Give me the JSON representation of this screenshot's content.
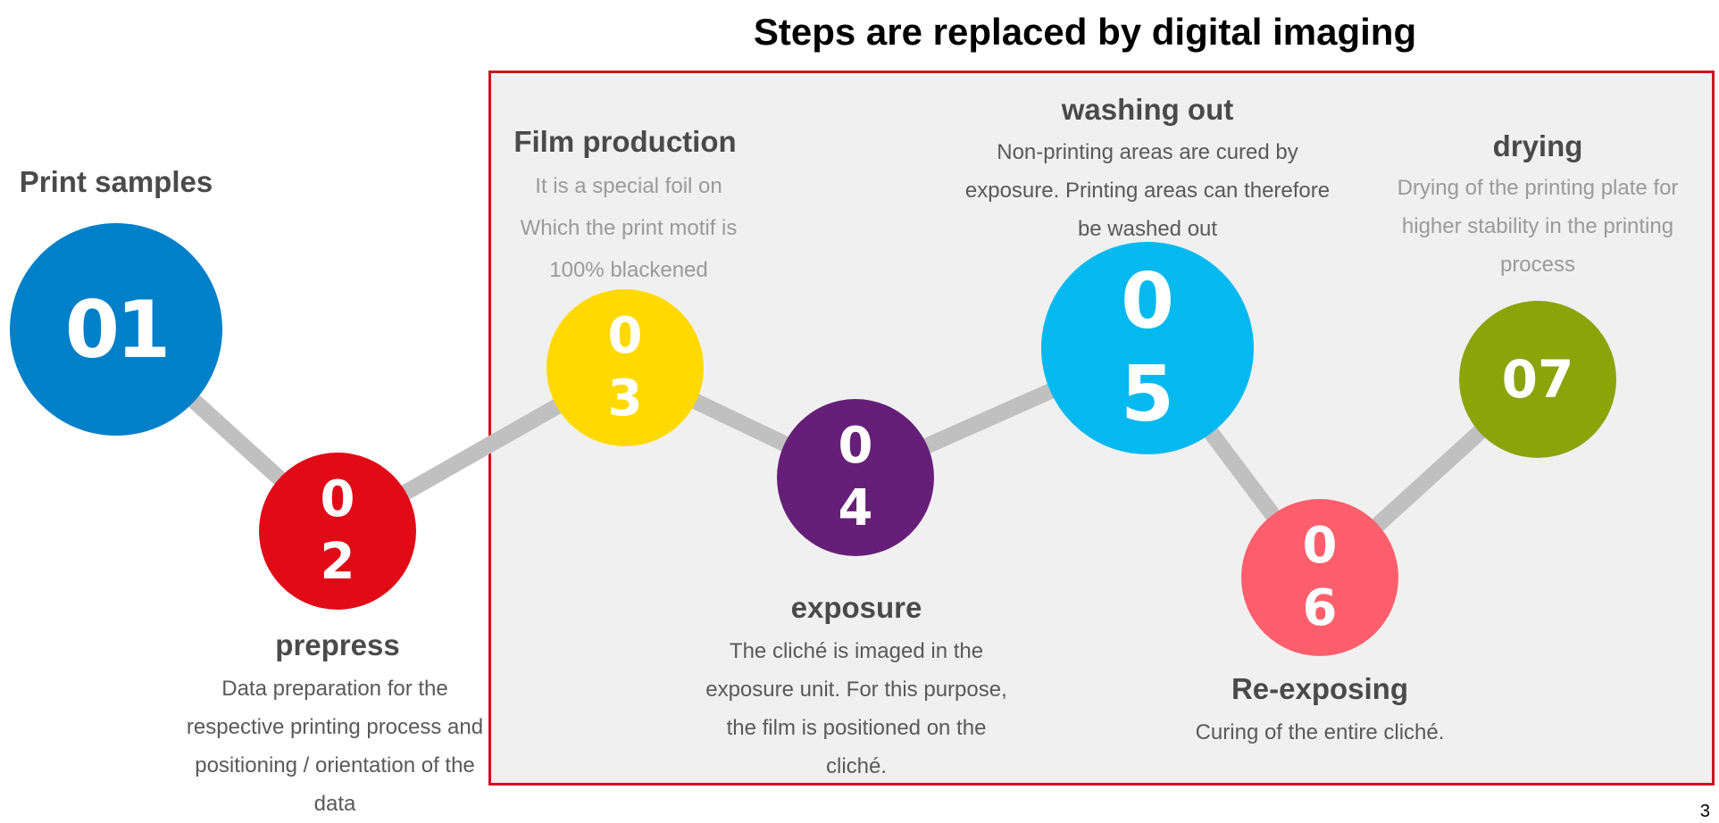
{
  "title": "Steps are replaced by digital imaging",
  "steps": [
    {
      "number": "01",
      "title": "Print samples",
      "description": "",
      "color": "#0080c8"
    },
    {
      "number": "0\n2",
      "title": "prepress",
      "description": "Data preparation for the respective printing process and positioning / orientation of the data",
      "color": "#e10a17"
    },
    {
      "number": "0\n3",
      "title": "Film production",
      "description": "It is a special foil on Which the print motif is 100% blackened",
      "color": "#ffd900"
    },
    {
      "number": "0\n4",
      "title": "exposure",
      "description": "The cliché is imaged in the exposure unit. For this purpose, the film is positioned on the cliché.",
      "color": "#661f78"
    },
    {
      "number": "0\n5",
      "title": "washing out",
      "description": "Non-printing areas are cured by exposure. Printing areas can therefore be washed out",
      "color": "#04b9f0"
    },
    {
      "number": "0\n6",
      "title": "Re-exposing",
      "description": "Curing of the entire cliché.",
      "color": "#fc5f6b"
    },
    {
      "number": "07",
      "title": "drying",
      "description": "Drying of the printing plate for higher stability in the printing process",
      "color": "#8aa40a"
    }
  ],
  "connector_color": "#c0c0c0",
  "highlight_box_color": "#d0101f",
  "page_number": "3"
}
